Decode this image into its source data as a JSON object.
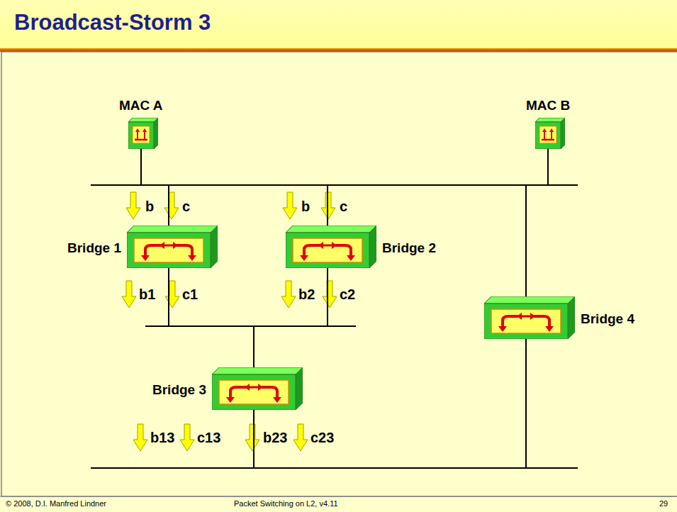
{
  "diagram": {
    "title": "Broadcast-Storm 3",
    "nodes": [
      {
        "text": [
          "MAC A"
        ]
      },
      {
        "text": [
          "MAC B"
        ]
      },
      {
        "text": [
          "Bridge 1"
        ]
      },
      {
        "text": [
          "Bridge 2"
        ]
      },
      {
        "text": [
          "Bridge 3"
        ]
      },
      {
        "text": [
          "Bridge 4"
        ]
      }
    ],
    "edges": [
      {
        "from": 0,
        "to": 2,
        "arrow": "none"
      },
      {
        "from": 0,
        "to": 3,
        "arrow": "none"
      },
      {
        "from": 0,
        "to": 5,
        "arrow": "none"
      },
      {
        "from": 0,
        "to": 1,
        "arrow": "none"
      },
      {
        "from": 2,
        "to": 4,
        "arrow": "none"
      },
      {
        "from": 3,
        "to": 4,
        "arrow": "none"
      },
      {
        "from": 4,
        "to": 5,
        "arrow": "none"
      }
    ],
    "labels": [
      "b",
      "c",
      "b",
      "c",
      "b1",
      "c1",
      "b2",
      "c2",
      "b13",
      "c13",
      "b23",
      "c23",
      "© 2008, D.I. Manfred Lindner",
      "Packet Switching on L2, v4.11",
      "29"
    ]
  }
}
